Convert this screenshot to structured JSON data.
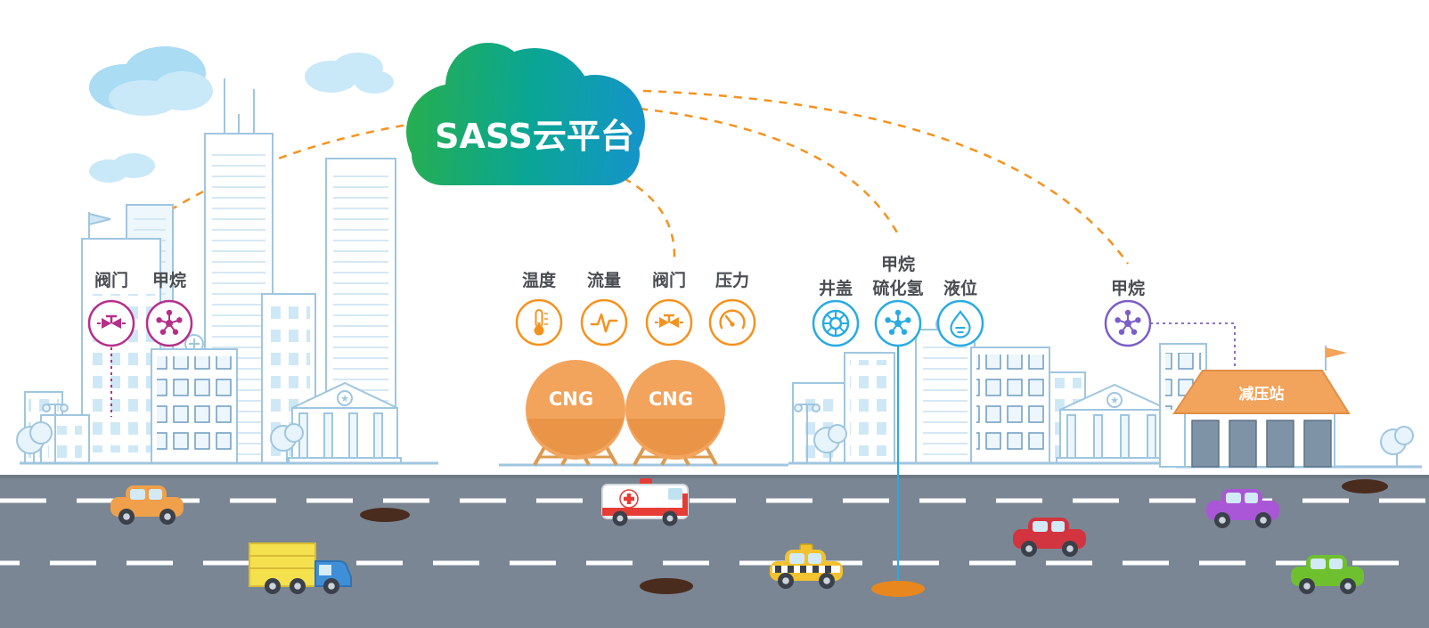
{
  "cloud": {
    "label": "SASS云平台"
  },
  "sensor_groups": {
    "city": {
      "accent": "#b52f8a",
      "items": [
        {
          "label": "阀门",
          "icon": "valve-icon"
        },
        {
          "label": "甲烷",
          "icon": "methane-icon"
        }
      ]
    },
    "cng_station": {
      "accent": "#f5921e",
      "items": [
        {
          "label": "温度",
          "icon": "thermometer-icon"
        },
        {
          "label": "流量",
          "icon": "flow-icon"
        },
        {
          "label": "阀门",
          "icon": "valve-icon"
        },
        {
          "label": "压力",
          "icon": "gauge-icon"
        }
      ]
    },
    "manhole": {
      "accent": "#29abe2",
      "items": [
        {
          "label": "井盖",
          "icon": "manhole-cover-icon"
        },
        {
          "label": "甲烷",
          "label2": "硫化氢",
          "icon": "methane-icon"
        },
        {
          "label": "液位",
          "icon": "liquid-level-icon"
        }
      ]
    },
    "pressure_station": {
      "accent": "#7b5ec7",
      "items": [
        {
          "label": "甲烷",
          "icon": "methane-icon"
        }
      ]
    }
  },
  "tanks": {
    "labels": [
      "CNG",
      "CNG"
    ]
  },
  "pressure_station": {
    "label": "减压站"
  },
  "colors": {
    "connector_orange": "#f5921e",
    "sensor_blue": "#29abe2",
    "sensor_magenta": "#b52f8a",
    "sensor_purple": "#7b5ec7",
    "cloud_green": "#27ae4f",
    "cloud_teal": "#1593cd",
    "road_gray": "#7a8693",
    "building_outline": "#9fc6e0",
    "tank_orange": "#f2a45c"
  }
}
